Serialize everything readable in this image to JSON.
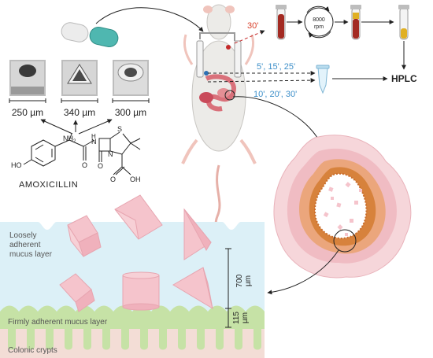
{
  "doses": {
    "sizes": [
      "250 µm",
      "340 µm",
      "300 µm"
    ]
  },
  "drug": {
    "nh2": "NH",
    "nh2_sub": "2",
    "ho": "HO",
    "h": "H",
    "n": "N",
    "s": "S",
    "o": "O",
    "oh": "OH",
    "name": "AMOXICILLIN"
  },
  "sampling": {
    "time_30": "30'",
    "rpm_value": "8000",
    "rpm_unit": "rpm",
    "times_upper": "5', 15', 25'",
    "times_lower": "10', 20', 30'",
    "assay": "HPLC"
  },
  "mucus": {
    "loose_label_1": "Loosely",
    "loose_label_2": "adherent",
    "loose_label_3": "mucus layer",
    "thickness_loose_value": "700",
    "thickness_loose_unit": "µm",
    "thickness_firm_value": "115",
    "thickness_firm_unit": "µm",
    "firm_label": "Firmly adherent mucus layer",
    "crypts_label": "Colonic crypts"
  },
  "colors": {
    "loose_mucus": "#dcf0f7",
    "firm_mucus": "#c6e2a6",
    "crypts": "#f3ddd6",
    "particle": "#f5c4cc",
    "blood": "#a32a22",
    "plasma": "#e0b024",
    "time_red": "#d9412b",
    "time_blue": "#3d8fc9",
    "tissue_outer": "#f6d6da",
    "tissue_mid": "#eba67c",
    "tissue_inner": "#d7823c"
  }
}
